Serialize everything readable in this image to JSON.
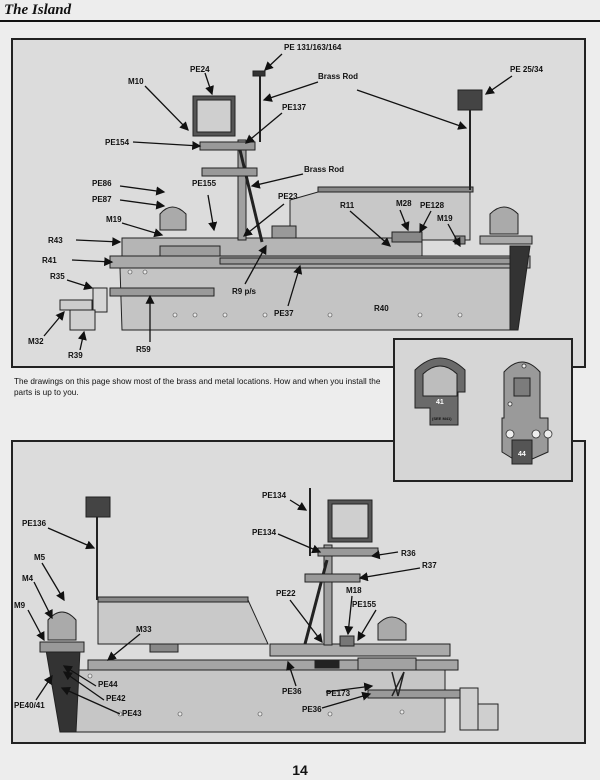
{
  "header": {
    "title": "The Island"
  },
  "caption": "The drawings on this page show most of the brass and metal locations.  How and when you install the parts is up to you.",
  "page_number": "14",
  "top_labels": {
    "pe131": "PE 131/163/164",
    "m10": "M10",
    "pe24": "PE24",
    "brass_rod_1": "Brass Rod",
    "pe137": "PE137",
    "pe25": "PE 25/34",
    "pe154": "PE154",
    "brass_rod_2": "Brass Rod",
    "pe86": "PE86",
    "pe87": "PE87",
    "pe155": "PE155",
    "pe23": "PE23",
    "r11": "R11",
    "m28": "M28",
    "pe128": "PE128",
    "m19a": "M19",
    "m19b": "M19",
    "r43": "R43",
    "r41": "R41",
    "r35": "R35",
    "r9": "R9 p/s",
    "pe37": "PE37",
    "r40": "R40",
    "m32": "M32",
    "r39": "R39",
    "r59": "R59"
  },
  "inset_labels": {
    "part41": "41",
    "part44": "44",
    "small": "(SEE M41)"
  },
  "bottom_labels": {
    "pe134a": "PE134",
    "pe136": "PE136",
    "pe134b": "PE134",
    "m5": "M5",
    "r36": "R36",
    "m4": "M4",
    "r37": "R37",
    "m9": "M9",
    "pe22": "PE22",
    "m18": "M18",
    "pe155": "PE155",
    "m33": "M33",
    "pe44": "PE44",
    "pe42": "PE42",
    "pe4041": "PE40/41",
    "pe43": "PE43",
    "pe36a": "PE36",
    "pe173": "PE173",
    "pe36b": "PE36"
  }
}
